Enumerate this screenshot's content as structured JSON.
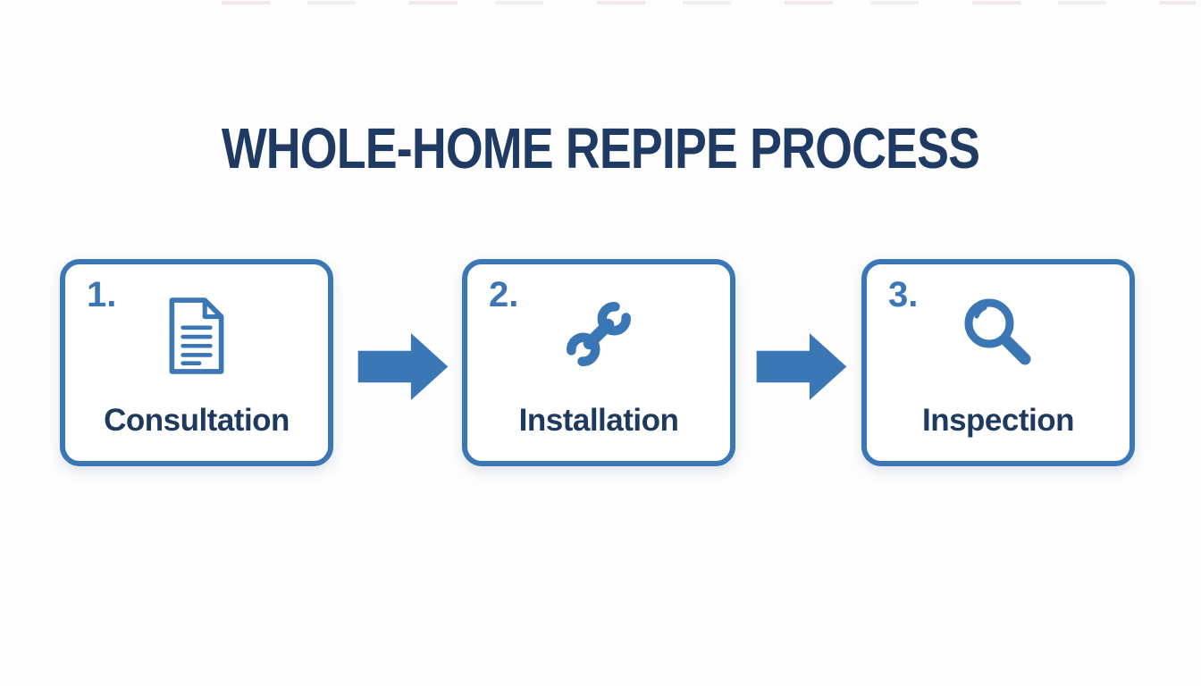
{
  "title": "WHOLE-HOME REPIPE PROCESS",
  "colors": {
    "accent_blue": "#3b76b5",
    "heading_navy": "#1f3a63",
    "label_navy": "#1e3a5e",
    "background": "#fdfdfd",
    "card_background": "#ffffff"
  },
  "steps": [
    {
      "number": "1.",
      "label": "Consultation",
      "icon": "document-icon"
    },
    {
      "number": "2.",
      "label": "Installation",
      "icon": "wrench-icon"
    },
    {
      "number": "3.",
      "label": "Inspection",
      "icon": "magnifier-icon"
    }
  ],
  "arrows": [
    {
      "icon": "right-arrow-icon"
    },
    {
      "icon": "right-arrow-icon"
    }
  ]
}
